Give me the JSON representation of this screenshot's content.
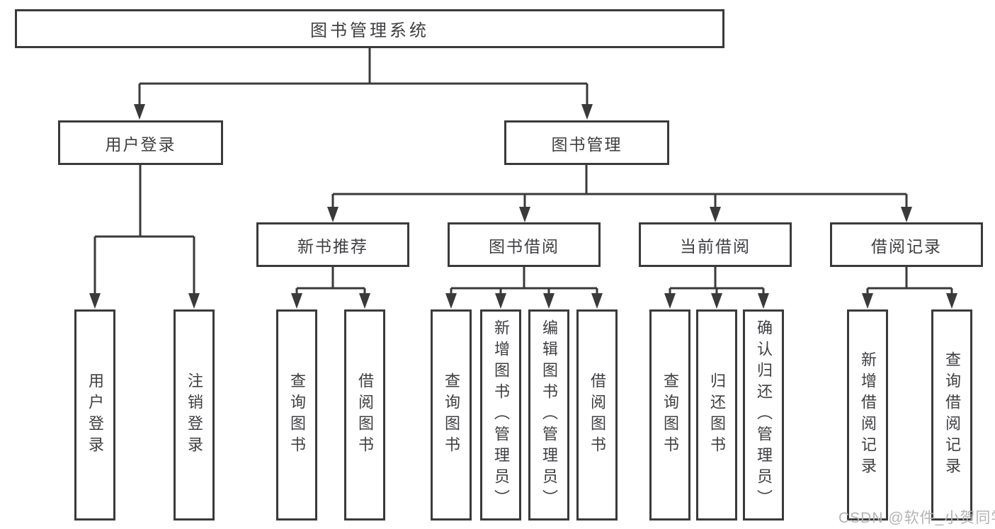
{
  "diagram": {
    "root": {
      "label": "图书管理系统"
    },
    "level2": [
      {
        "label": "用户登录"
      },
      {
        "label": "图书管理"
      }
    ],
    "level3": [
      {
        "label": "新书推荐"
      },
      {
        "label": "图书借阅"
      },
      {
        "label": "当前借阅"
      },
      {
        "label": "借阅记录"
      }
    ],
    "leaves": {
      "login": [
        "用户登录",
        "注销登录"
      ],
      "new_books": [
        "查询图书",
        "借阅图书"
      ],
      "borrowing": [
        "查询图书",
        "新增图书（管理员）",
        "编辑图书（管理员）",
        "借阅图书"
      ],
      "current": [
        "查询图书",
        "归还图书",
        "确认归还（管理员）"
      ],
      "records": [
        "新增借阅记录",
        "查询借阅记录"
      ]
    }
  },
  "watermark": {
    "text": "CSDN @软件_小贺同学"
  },
  "colors": {
    "line": "#3a3a3a",
    "text": "#3f3f43",
    "watermark": "#b3b3b6",
    "background": "#ffffff"
  }
}
